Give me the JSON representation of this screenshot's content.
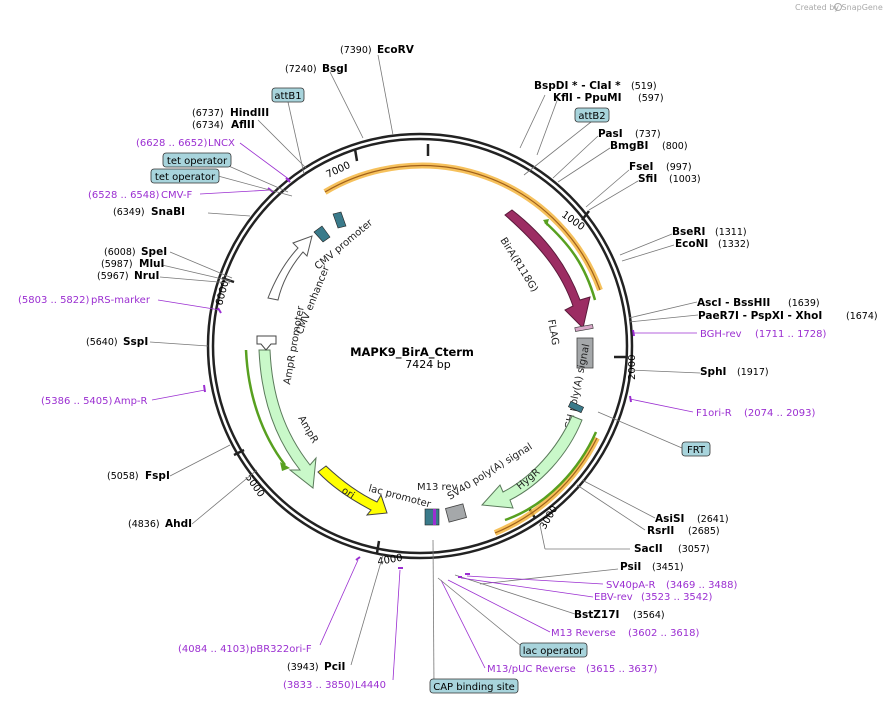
{
  "credit": "Created by SnapGene",
  "plasmid": {
    "name": "MAPK9_BirA_Cterm",
    "length_label": "7424 bp"
  },
  "ticks": [
    "1000",
    "2000",
    "3000",
    "4000",
    "5000",
    "6000",
    "7000"
  ],
  "sites": [
    {
      "id": "ecorv",
      "name": "EcoRV",
      "pos": "(7390)"
    },
    {
      "id": "bsgi",
      "name": "BsgI",
      "pos": "(7240)"
    },
    {
      "id": "hindiii",
      "name": "HindIII",
      "pos": "(6737)"
    },
    {
      "id": "aflii",
      "name": "AflII",
      "pos": "(6734)"
    },
    {
      "id": "snabi",
      "name": "SnaBI",
      "pos": "(6349)"
    },
    {
      "id": "spei",
      "name": "SpeI",
      "pos": "(6008)"
    },
    {
      "id": "mlui",
      "name": "MluI",
      "pos": "(5987)"
    },
    {
      "id": "nrui",
      "name": "NruI",
      "pos": "(5967)"
    },
    {
      "id": "sspi",
      "name": "SspI",
      "pos": "(5640)"
    },
    {
      "id": "fspi",
      "name": "FspI",
      "pos": "(5058)"
    },
    {
      "id": "ahdi",
      "name": "AhdI",
      "pos": "(4836)"
    },
    {
      "id": "pcii",
      "name": "PciI",
      "pos": "(3943)"
    },
    {
      "id": "bspdi",
      "name": "BspDI *  - ClaI *",
      "pos": "(519)"
    },
    {
      "id": "kfli",
      "name": "KflI  - PpuMI",
      "pos": "(597)"
    },
    {
      "id": "pasi",
      "name": "PasI",
      "pos": "(737)"
    },
    {
      "id": "bmgbi",
      "name": "BmgBI",
      "pos": "(800)"
    },
    {
      "id": "fsei",
      "name": "FseI",
      "pos": "(997)"
    },
    {
      "id": "sfii",
      "name": "SfiI",
      "pos": "(1003)"
    },
    {
      "id": "bseri",
      "name": "BseRI",
      "pos": "(1311)"
    },
    {
      "id": "econi",
      "name": "EcoNI",
      "pos": "(1332)"
    },
    {
      "id": "asci",
      "name": "AscI  - BssHII",
      "pos": "(1639)"
    },
    {
      "id": "paer7i",
      "name": "PaeR7I  - PspXI  - XhoI",
      "pos": "(1674)"
    },
    {
      "id": "sphi",
      "name": "SphI",
      "pos": "(1917)"
    },
    {
      "id": "asisi",
      "name": "AsiSI",
      "pos": "(2641)"
    },
    {
      "id": "rsrii",
      "name": "RsrII",
      "pos": "(2685)"
    },
    {
      "id": "sacii",
      "name": "SacII",
      "pos": "(3057)"
    },
    {
      "id": "psii",
      "name": "PsiI",
      "pos": "(3451)"
    },
    {
      "id": "bstz17i",
      "name": "BstZ17I",
      "pos": "(3564)"
    }
  ],
  "primers": [
    {
      "id": "lncx",
      "name": "LNCX",
      "range": "(6628 .. 6652)"
    },
    {
      "id": "cmvf",
      "name": "CMV-F",
      "range": "(6528 .. 6548)"
    },
    {
      "id": "prs",
      "name": "pRS-marker",
      "range": "(5803 .. 5822)"
    },
    {
      "id": "ampr",
      "name": "Amp-R",
      "range": "(5386 .. 5405)"
    },
    {
      "id": "pbr",
      "name": "pBR322ori-F",
      "range": "(4084 .. 4103)"
    },
    {
      "id": "l4440",
      "name": "L4440",
      "range": "(3833 .. 3850)"
    },
    {
      "id": "bgh",
      "name": "BGH-rev",
      "range": "(1711 .. 1728)"
    },
    {
      "id": "f1ori",
      "name": "F1ori-R",
      "range": "(2074 .. 2093)"
    },
    {
      "id": "sv40pa",
      "name": "SV40pA-R",
      "range": "(3469 .. 3488)"
    },
    {
      "id": "ebv",
      "name": "EBV-rev",
      "range": "(3523 .. 3542)"
    },
    {
      "id": "m13rev",
      "name": "M13 Reverse",
      "range": "(3602 .. 3618)"
    },
    {
      "id": "m13puc",
      "name": "M13/pUC Reverse",
      "range": "(3615 .. 3637)"
    }
  ],
  "boxes": {
    "attb1": "attB1",
    "attb2": "attB2",
    "tetop1": "tet operator",
    "tetop2": "tet operator",
    "frt": "FRT",
    "lacop": "lac operator",
    "cap": "CAP binding site"
  },
  "features": {
    "cmv_promoter": "CMV promoter",
    "cmv_enhancer": "CMV enhancer",
    "birA": "BirA(R118G)",
    "flag": "FLAG",
    "bgh": "bGH poly(A) signal",
    "hygr": "HygR",
    "sv40pa": "SV40 poly(A) signal",
    "m13rev": "M13 rev",
    "lacprom": "lac promoter",
    "ori": "ori",
    "ampr": "AmpR",
    "ampr_prom": "AmpR promoter"
  },
  "colors": {
    "primer": "#9b2fd1",
    "box_fill": "#a8d4dc",
    "birA": "#9c2d63",
    "resistance": "#c9f8c9",
    "ori": "#ffff00",
    "orf_line": "#f5b640",
    "ring": "#222222"
  }
}
